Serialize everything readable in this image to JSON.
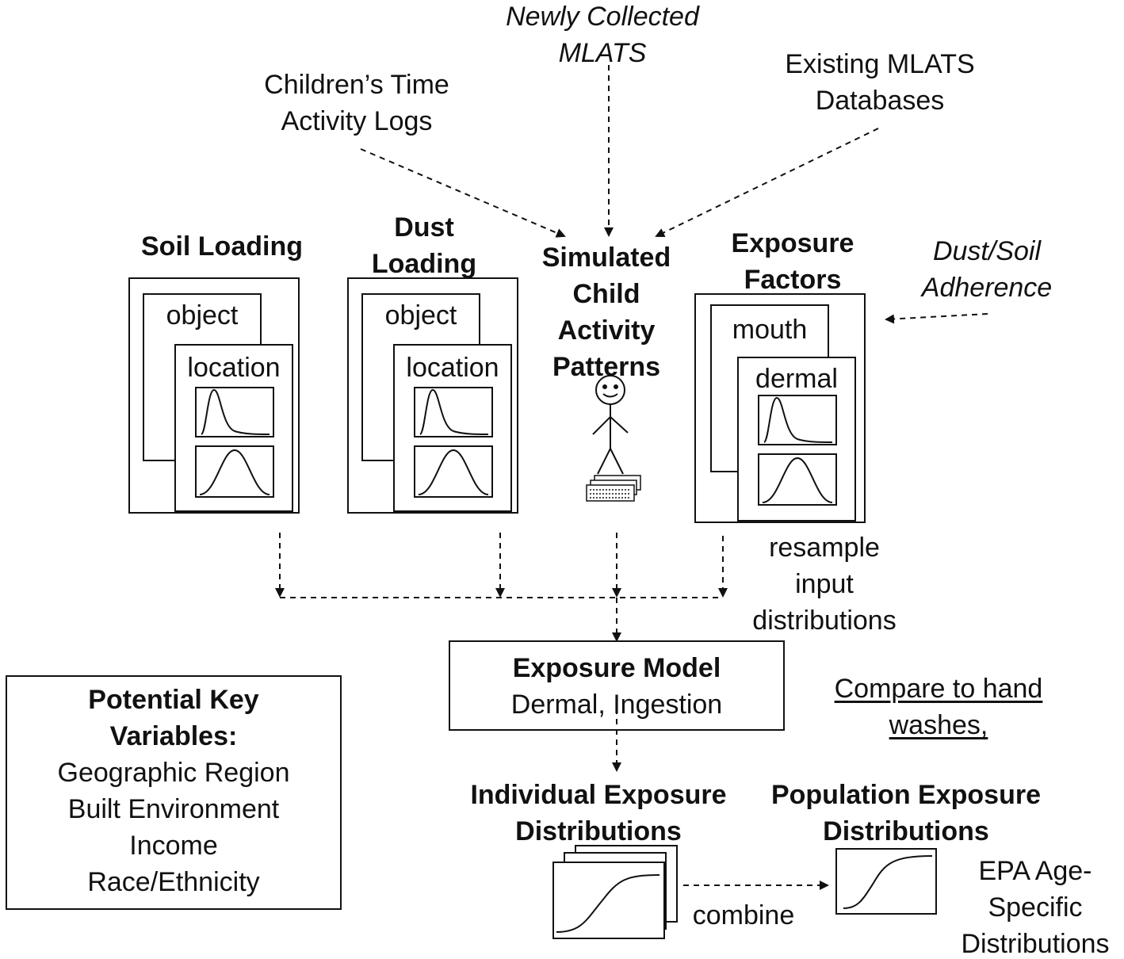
{
  "sources": {
    "time_logs": [
      "Children’s Time",
      "Activity Logs"
    ],
    "new_mlats": [
      "Newly Collected",
      "MLATS"
    ],
    "existing_mlats": [
      "Existing MLATS",
      "Databases"
    ]
  },
  "soil": {
    "title": "Soil Loading",
    "back": "object",
    "front": "location"
  },
  "dust": {
    "title_1": "Dust",
    "title_2": "Loading",
    "back": "object",
    "front": "location"
  },
  "simulated": [
    "Simulated",
    "Child",
    "Activity",
    "Patterns"
  ],
  "exposure_factors": {
    "title_1": "Exposure",
    "title_2": "Factors",
    "back": "mouth",
    "front": "dermal"
  },
  "adherence": [
    "Dust/Soil",
    "Adherence"
  ],
  "resample": [
    "resample",
    "input",
    "distributions"
  ],
  "model": {
    "title": "Exposure Model",
    "subtitle": "Dermal, Ingestion"
  },
  "compare": [
    "Compare to hand",
    "washes,"
  ],
  "key_variables": {
    "title": [
      "Potential Key",
      "Variables:"
    ],
    "items": [
      "Geographic Region",
      "Built Environment",
      "Income",
      "Race/Ethnicity"
    ]
  },
  "individual": [
    "Individual Exposure",
    "Distributions"
  ],
  "population": [
    "Population Exposure",
    "Distributions"
  ],
  "combine": "combine",
  "epa": [
    "EPA Age-",
    "Specific",
    "Distributions"
  ]
}
